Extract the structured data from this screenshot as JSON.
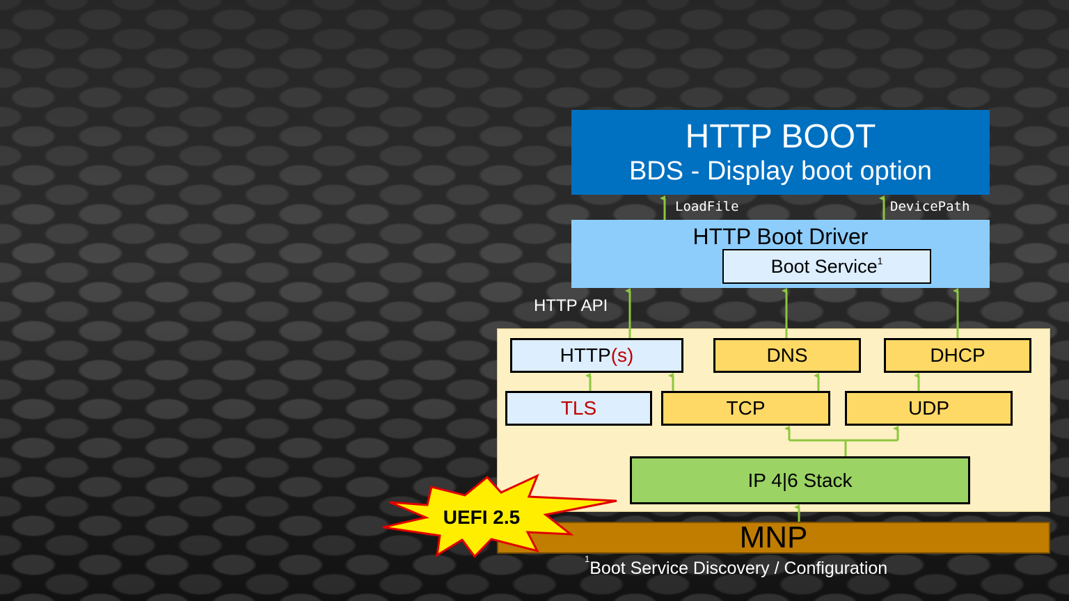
{
  "diagram": {
    "top": {
      "line1": "HTTP BOOT",
      "line2": "BDS - Display boot option"
    },
    "interfaces": {
      "loadfile": "LoadFile",
      "devicepath": "DevicePath",
      "http_api": "HTTP API"
    },
    "driver": {
      "label": "HTTP Boot Driver",
      "boot_service": "Boot Service",
      "boot_service_sup": "1"
    },
    "stack": {
      "http": "HTTP",
      "http_s": "(s)",
      "dns": "DNS",
      "dhcp": "DHCP",
      "tls": "TLS",
      "tcp": "TCP",
      "udp": "UDP",
      "ip": "IP 4|6 Stack"
    },
    "mnp": "MNP",
    "badge": "UEFI 2.5",
    "footnote": {
      "sup": "1",
      "text": "Boot Service Discovery / Configuration"
    }
  },
  "colors": {
    "top_blue": "#0070c0",
    "driver_blue": "#8dcdfb",
    "light_blue": "#ddeefe",
    "yellow": "#ffd966",
    "green": "#9bd365",
    "stack_bg": "#fdf0c2",
    "mnp": "#c07d00",
    "arrow": "#8cc63f",
    "burst": "#ffee00",
    "burst_outline": "#e00000",
    "accent_red": "#c00000"
  }
}
